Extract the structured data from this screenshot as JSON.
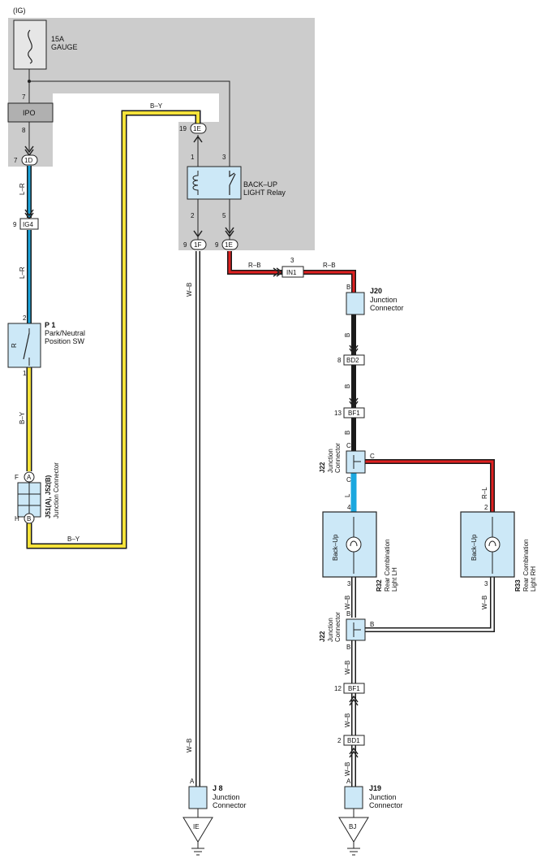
{
  "power": {
    "source": "(IG)",
    "fuse_line1": "15A",
    "fuse_line2": "GAUGE",
    "box": "IPO",
    "pin_in": "7",
    "pin_out": "8"
  },
  "connectors": {
    "c_1D": {
      "label": "1D",
      "pin": "7"
    },
    "c_IG4": {
      "label": "IG4",
      "pin": "9"
    },
    "c_1E_top": {
      "label": "1E",
      "pin": "19"
    },
    "c_1F": {
      "label": "1F",
      "pin": "9"
    },
    "c_1E_bot": {
      "label": "1E",
      "pin": "9"
    },
    "c_IN1": {
      "label": "IN1",
      "pin": "3"
    },
    "c_BD2": {
      "label": "BD2",
      "pin": "8"
    },
    "c_BF1_top": {
      "label": "BF1",
      "pin": "13"
    },
    "c_BF1_bot": {
      "label": "BF1",
      "pin": "12"
    },
    "c_BD1": {
      "label": "BD1",
      "pin": "2"
    }
  },
  "relay": {
    "line1": "BACK–UP",
    "line2": "LIGHT Relay",
    "pin1": "1",
    "pin2": "2",
    "pin3": "3",
    "pin5": "5"
  },
  "switch_p1": {
    "id": "P 1",
    "line1": "Park/Neutral",
    "line2": "Position SW",
    "inner": "R",
    "pin_top": "2",
    "pin_bot": "1"
  },
  "j51": {
    "id": "J51(A), J52(B)",
    "name": "Junction Connector",
    "pin_f": "F",
    "pin_h": "H",
    "tag_a": "A",
    "tag_b": "B"
  },
  "j20": {
    "id": "J20",
    "line1": "Junction",
    "line2": "Connector",
    "pin": "B"
  },
  "j22_top": {
    "id": "J22",
    "line1": "Junction",
    "line2": "Connector",
    "pin_top": "C",
    "pin_left": "C",
    "pin_right": "C"
  },
  "j22_bot": {
    "id": "J22",
    "line1": "Junction",
    "line2": "Connector",
    "pin_top": "B",
    "pin_bot": "B",
    "pin_right": "B"
  },
  "r32": {
    "id": "R32",
    "line1": "Rear Combination",
    "line2": "Light LH",
    "inner": "Back–Up",
    "pin_top": "4",
    "pin_bot": "3"
  },
  "r33": {
    "id": "R33",
    "line1": "Rear Combination",
    "line2": "Light RH",
    "inner": "Back–Up",
    "pin_top": "2",
    "pin_bot": "3"
  },
  "j8": {
    "id": "J 8",
    "line1": "Junction",
    "line2": "Connector",
    "pin": "A",
    "ground": "IE"
  },
  "j19": {
    "id": "J19",
    "line1": "Junction",
    "line2": "Connector",
    "pin": "A",
    "ground": "BJ"
  },
  "wires": {
    "l_r": "L–R",
    "b_y": "B–Y",
    "w_b": "W–B",
    "r_b": "R–B",
    "b": "B",
    "l": "L",
    "r_l": "R–L"
  },
  "colors": {
    "highlight": "#cccccc",
    "component": "#cce8f7",
    "yellow": "#f5e23a",
    "blue": "#1aa7df",
    "red": "#e02020",
    "black": "#1a1a1a"
  }
}
